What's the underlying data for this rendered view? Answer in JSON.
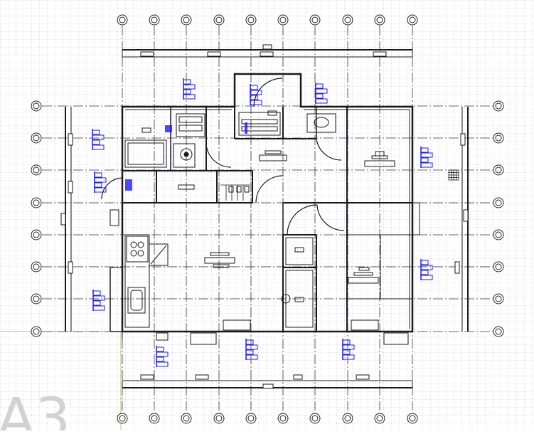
{
  "sheet": {
    "watermark": "A3"
  },
  "colors": {
    "background": "#ffffff",
    "grid_dot": "#8c8cd6",
    "axis_line": "#222222",
    "wall": "#1a1a1a",
    "annotation": "#1a1aff",
    "crosshair": "#c8c85a",
    "watermark": "#d2d2d2"
  },
  "grid_axes": {
    "vertical_count": 10,
    "horizontal_count": 8
  },
  "drawing": {
    "type": "architectural-floor-plan",
    "icons": [
      "grid-bubble-icon",
      "door-swing-icon",
      "window-icon",
      "stove-icon",
      "sink-icon",
      "toilet-icon",
      "annotation-marker-icon",
      "grid-symbol-icon"
    ]
  }
}
